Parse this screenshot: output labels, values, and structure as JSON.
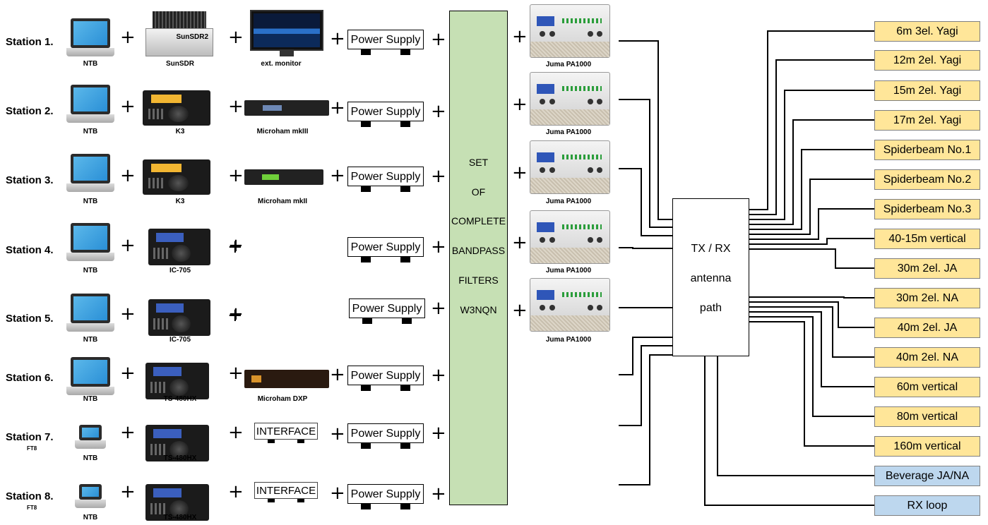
{
  "stations": [
    {
      "label": "Station 1.",
      "sub": "",
      "laptop": "NTB",
      "radio": "SunSDR",
      "radio_kind": "sunsdr",
      "extra": "ext. monitor",
      "extra_kind": "monitor",
      "psu": "Power Supply",
      "amp": "Juma PA1000"
    },
    {
      "label": "Station 2.",
      "sub": "",
      "laptop": "NTB",
      "radio": "K3",
      "radio_kind": "k3",
      "extra": "Microham mkIII",
      "extra_kind": "box",
      "psu": "Power Supply",
      "amp": "Juma PA1000"
    },
    {
      "label": "Station 3.",
      "sub": "",
      "laptop": "NTB",
      "radio": "K3",
      "radio_kind": "k3",
      "extra": "Microham mkII",
      "extra_kind": "green",
      "psu": "Power Supply",
      "amp": "Juma PA1000"
    },
    {
      "label": "Station 4.",
      "sub": "",
      "laptop": "NTB",
      "radio": "IC-705",
      "radio_kind": "ic705",
      "extra": "",
      "extra_kind": "",
      "psu": "Power Supply",
      "amp": "Juma PA1000"
    },
    {
      "label": "Station 5.",
      "sub": "",
      "laptop": "NTB",
      "radio": "IC-705",
      "radio_kind": "ic705",
      "extra": "",
      "extra_kind": "",
      "psu": "Power Supply",
      "amp": "Juma PA1000"
    },
    {
      "label": "Station 6.",
      "sub": "",
      "laptop": "NTB",
      "radio": "TS-480HX",
      "radio_kind": "ts480",
      "extra": "Microham DXP",
      "extra_kind": "dxp",
      "psu": "Power Supply",
      "amp": ""
    },
    {
      "label": "Station 7.",
      "sub": "FT8",
      "laptop": "NTB",
      "radio": "TS-480HX",
      "radio_kind": "ts480",
      "extra": "INTERFACE",
      "extra_kind": "interface",
      "psu": "Power Supply",
      "amp": ""
    },
    {
      "label": "Station 8.",
      "sub": "FT8",
      "laptop": "NTB",
      "radio": "TS-480HX",
      "radio_kind": "ts480",
      "extra": "INTERFACE",
      "extra_kind": "interface",
      "psu": "Power Supply",
      "amp": ""
    }
  ],
  "radio_badges": {
    "sunsdr": "SunSDR2"
  },
  "plus_symbol": "+",
  "filter_lines": [
    "SET",
    "OF",
    "COMPLETE",
    "BANDPASS",
    "FILTERS",
    "W3NQN"
  ],
  "antenna_path_lines": [
    "TX / RX",
    "antenna",
    "path"
  ],
  "antennas": [
    {
      "label": "6m 3el. Yagi",
      "kind": "tx"
    },
    {
      "label": "12m 2el. Yagi",
      "kind": "tx"
    },
    {
      "label": "15m 2el. Yagi",
      "kind": "tx"
    },
    {
      "label": "17m 2el. Yagi",
      "kind": "tx"
    },
    {
      "label": "Spiderbeam No.1",
      "kind": "tx"
    },
    {
      "label": "Spiderbeam No.2",
      "kind": "tx"
    },
    {
      "label": "Spiderbeam No.3",
      "kind": "tx"
    },
    {
      "label": "40-15m vertical",
      "kind": "tx"
    },
    {
      "label": "30m 2el. JA",
      "kind": "tx"
    },
    {
      "label": "30m 2el. NA",
      "kind": "tx"
    },
    {
      "label": "40m 2el. JA",
      "kind": "tx"
    },
    {
      "label": "40m 2el. NA",
      "kind": "tx"
    },
    {
      "label": "60m vertical",
      "kind": "tx"
    },
    {
      "label": "80m vertical",
      "kind": "tx"
    },
    {
      "label": "160m vertical",
      "kind": "tx"
    },
    {
      "label": "Beverage JA/NA",
      "kind": "rx"
    },
    {
      "label": "RX loop",
      "kind": "rx"
    }
  ],
  "colors": {
    "filter_bg": "#c6e0b4",
    "tx_antenna_bg": "#ffe699",
    "rx_antenna_bg": "#bdd7ee",
    "wire": "#000000"
  }
}
